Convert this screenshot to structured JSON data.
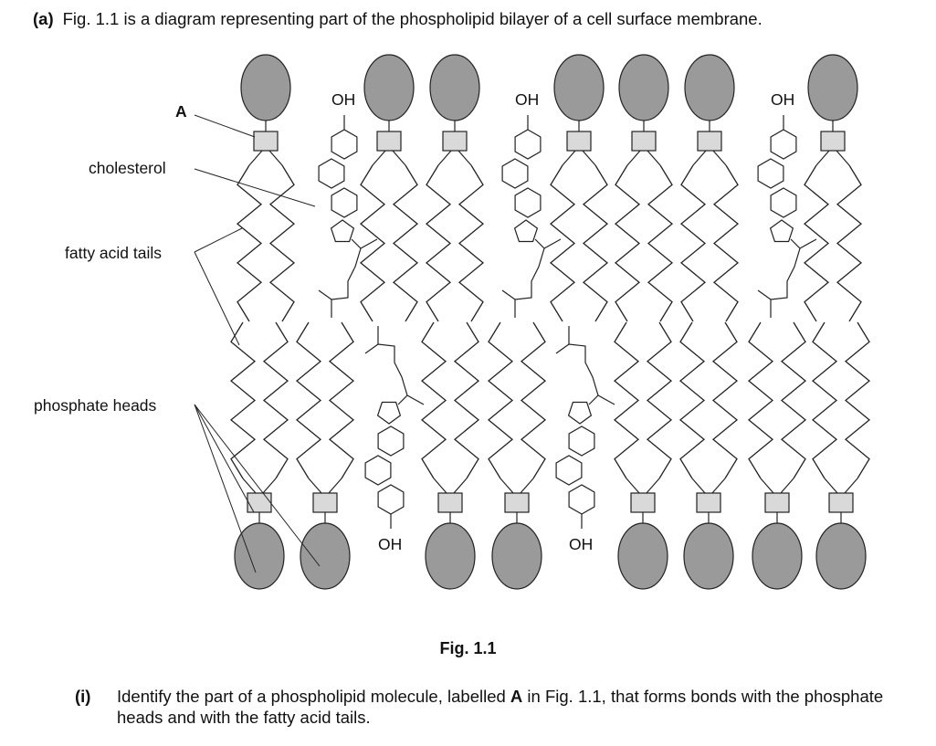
{
  "intro": {
    "part": "(a)",
    "text": "Fig. 1.1 is a diagram representing part of the phospholipid bilayer of a cell surface membrane."
  },
  "labels": {
    "a": "A",
    "cholesterol": "cholesterol",
    "fatty_acid_tails": "fatty acid tails",
    "phosphate_heads": "phosphate heads",
    "oh": "OH"
  },
  "figure": {
    "caption": "Fig. 1.1",
    "top_layer": [
      "phospholipid",
      "phospholipid",
      "cholesterol",
      "phospholipid",
      "phospholipid",
      "cholesterol",
      "phospholipid",
      "phospholipid",
      "phospholipid",
      "cholesterol",
      "phospholipid"
    ],
    "bottom_layer": [
      "phospholipid",
      "phospholipid",
      "cholesterol",
      "phospholipid",
      "phospholipid",
      "cholesterol",
      "phospholipid",
      "phospholipid",
      "phospholipid",
      "phospholipid"
    ]
  },
  "question": {
    "number": "(i)",
    "text_before": "Identify the part of a phospholipid molecule, labelled ",
    "bold": "A",
    "text_after": " in Fig. 1.1, that forms bonds with the phosphate heads and with the fatty acid tails."
  },
  "colors": {
    "head": "#9a9a9a",
    "glycerol": "#d9d9d9",
    "line": "#222222"
  }
}
